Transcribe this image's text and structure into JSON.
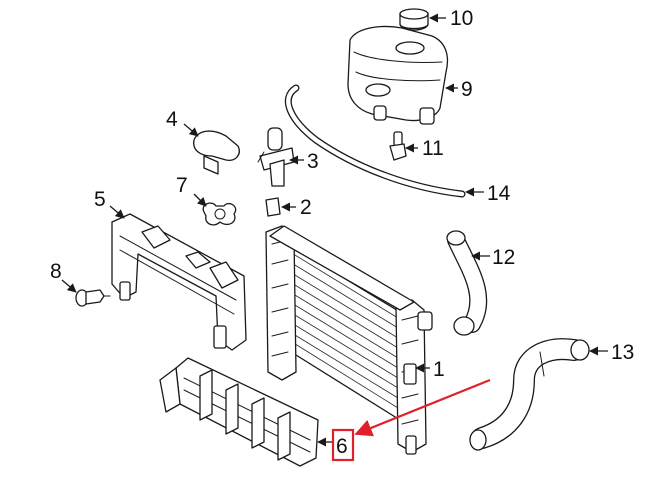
{
  "diagram": {
    "callouts": [
      {
        "id": "1",
        "part": "radiator"
      },
      {
        "id": "2",
        "part": "clip"
      },
      {
        "id": "3",
        "part": "filler-neck"
      },
      {
        "id": "4",
        "part": "cap"
      },
      {
        "id": "5",
        "part": "support-bracket"
      },
      {
        "id": "6",
        "part": "air-guide"
      },
      {
        "id": "7",
        "part": "hose-clamp"
      },
      {
        "id": "8",
        "part": "push-pin"
      },
      {
        "id": "9",
        "part": "expansion-tank"
      },
      {
        "id": "10",
        "part": "tank-cap"
      },
      {
        "id": "11",
        "part": "sensor"
      },
      {
        "id": "12",
        "part": "upper-hose"
      },
      {
        "id": "13",
        "part": "lower-hose"
      },
      {
        "id": "14",
        "part": "overflow-hose"
      }
    ],
    "highlight": {
      "callout": "6",
      "color": "#e0202a"
    },
    "line_color": "#1a1a1a"
  }
}
